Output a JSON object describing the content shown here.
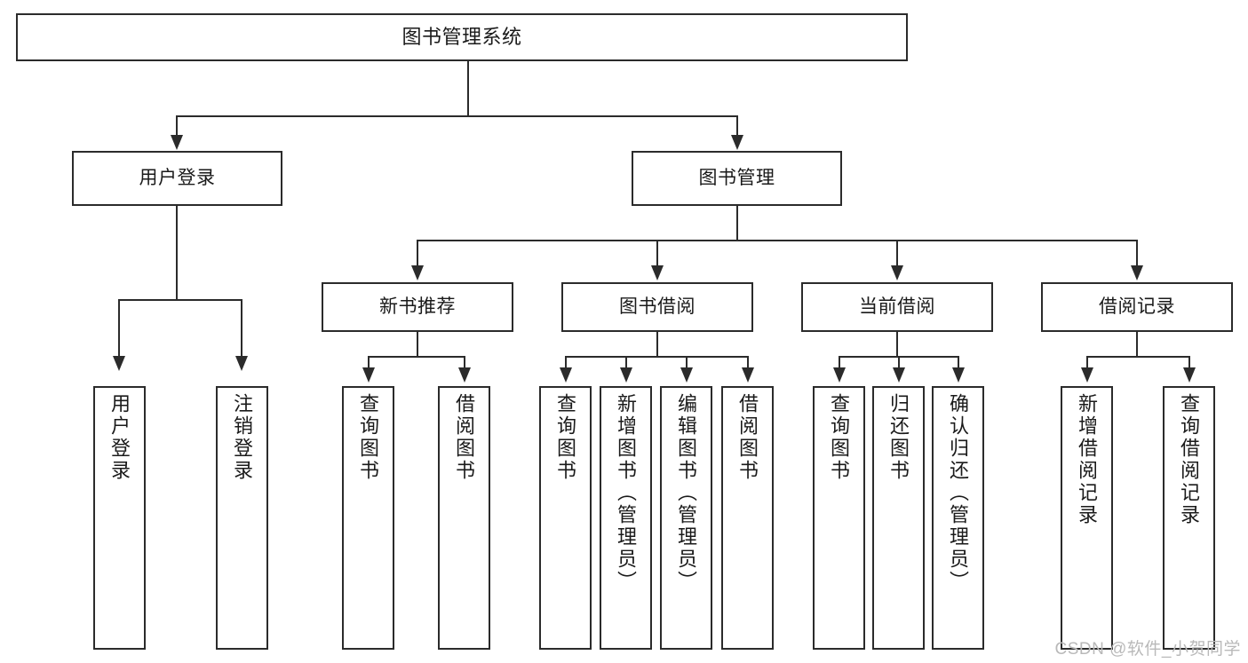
{
  "diagram": {
    "type": "tree",
    "title": "图书管理系统",
    "root": {
      "label": "图书管理系统"
    },
    "level2": [
      {
        "label": "用户登录"
      },
      {
        "label": "图书管理"
      }
    ],
    "level3": [
      {
        "label": "新书推荐"
      },
      {
        "label": "图书借阅"
      },
      {
        "label": "当前借阅"
      },
      {
        "label": "借阅记录"
      }
    ],
    "leaves": {
      "user_login": [
        {
          "label": "用户登录"
        },
        {
          "label": "注销登录"
        }
      ],
      "new_book_recommend": [
        {
          "label": "查询图书"
        },
        {
          "label": "借阅图书"
        }
      ],
      "book_borrow": [
        {
          "label": "查询图书"
        },
        {
          "label": "新增图书（管理员）"
        },
        {
          "label": "编辑图书（管理员）"
        },
        {
          "label": "借阅图书"
        }
      ],
      "current_borrow": [
        {
          "label": "查询图书"
        },
        {
          "label": "归还图书"
        },
        {
          "label": "确认归还（管理员）"
        }
      ],
      "borrow_record": [
        {
          "label": "新增借阅记录"
        },
        {
          "label": "查询借阅记录"
        }
      ]
    },
    "colors": {
      "stroke": "#2b2b2b",
      "fill": "#ffffff",
      "text": "#1a1a1a",
      "watermark": "#b9b9b9"
    }
  },
  "watermark": {
    "text": "CSDN @软件_小贺同学"
  }
}
